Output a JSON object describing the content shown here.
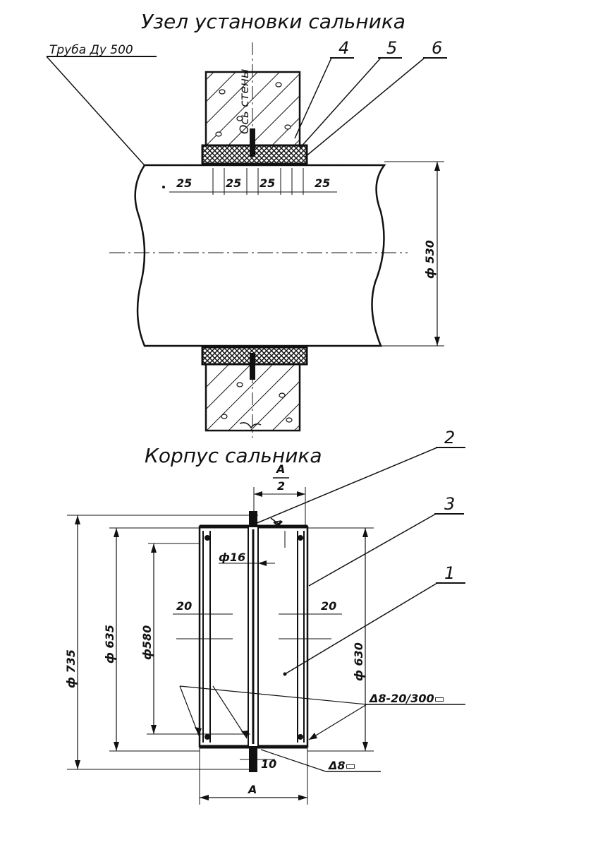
{
  "titles": {
    "assembly": "Узел установки сальника",
    "housing": "Корпус сальника"
  },
  "assembly": {
    "pipe_label": "Труба Ду 500",
    "wall_axis_label": "Ось стены",
    "callouts": [
      "4",
      "5",
      "6"
    ],
    "dims_25": [
      "25",
      "25",
      "25",
      "25"
    ],
    "diameter_outer": "ф 530"
  },
  "housing": {
    "callouts": [
      "1",
      "2",
      "3"
    ],
    "dim_half_top": "А",
    "dim_half_bottom": "2",
    "dim_phi16": "ф16",
    "dim_20_left": "20",
    "dim_20_right": "20",
    "dim_phi735": "ф 735",
    "dim_phi635": "ф 635",
    "dim_phi580": "ф580",
    "dim_phi630": "ф 630",
    "dim_10": "10",
    "dim_A": "А",
    "weld_small": "4",
    "weld_note_long": "Δ8-20/300▭",
    "weld_note_short": "Δ8▭"
  },
  "colors": {
    "ink": "#111111",
    "paper": "#ffffff"
  }
}
